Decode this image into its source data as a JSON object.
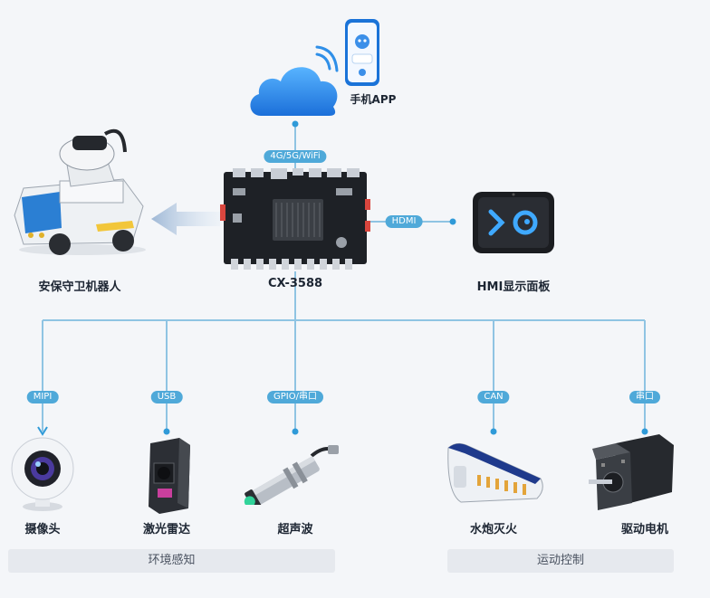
{
  "app_label": "手机APP",
  "network_label": "4G/5G/WiFi",
  "board_label": "CX-3588",
  "robot_label": "安保守卫机器人",
  "hmi_label": "HMI显示面板",
  "hdmi_tag": "HDMI",
  "peripherals": [
    {
      "tag": "MIPI",
      "label": "摄像头",
      "icon": "camera-icon"
    },
    {
      "tag": "USB",
      "label": "激光雷达",
      "icon": "lidar-icon"
    },
    {
      "tag": "GPIO/串口",
      "label": "超声波",
      "icon": "ultrasonic-sensor-icon"
    },
    {
      "tag": "CAN",
      "label": "水炮灭火",
      "icon": "water-cannon-icon"
    },
    {
      "tag": "串口",
      "label": "驱动电机",
      "icon": "stepper-motor-icon"
    }
  ],
  "groups": [
    {
      "label": "环境感知"
    },
    {
      "label": "运动控制"
    }
  ],
  "colors": {
    "line": "#8fc4e3",
    "tag": "#4fa9d9",
    "cloud": "#2f8fe8",
    "band": "#e6e9ee"
  }
}
